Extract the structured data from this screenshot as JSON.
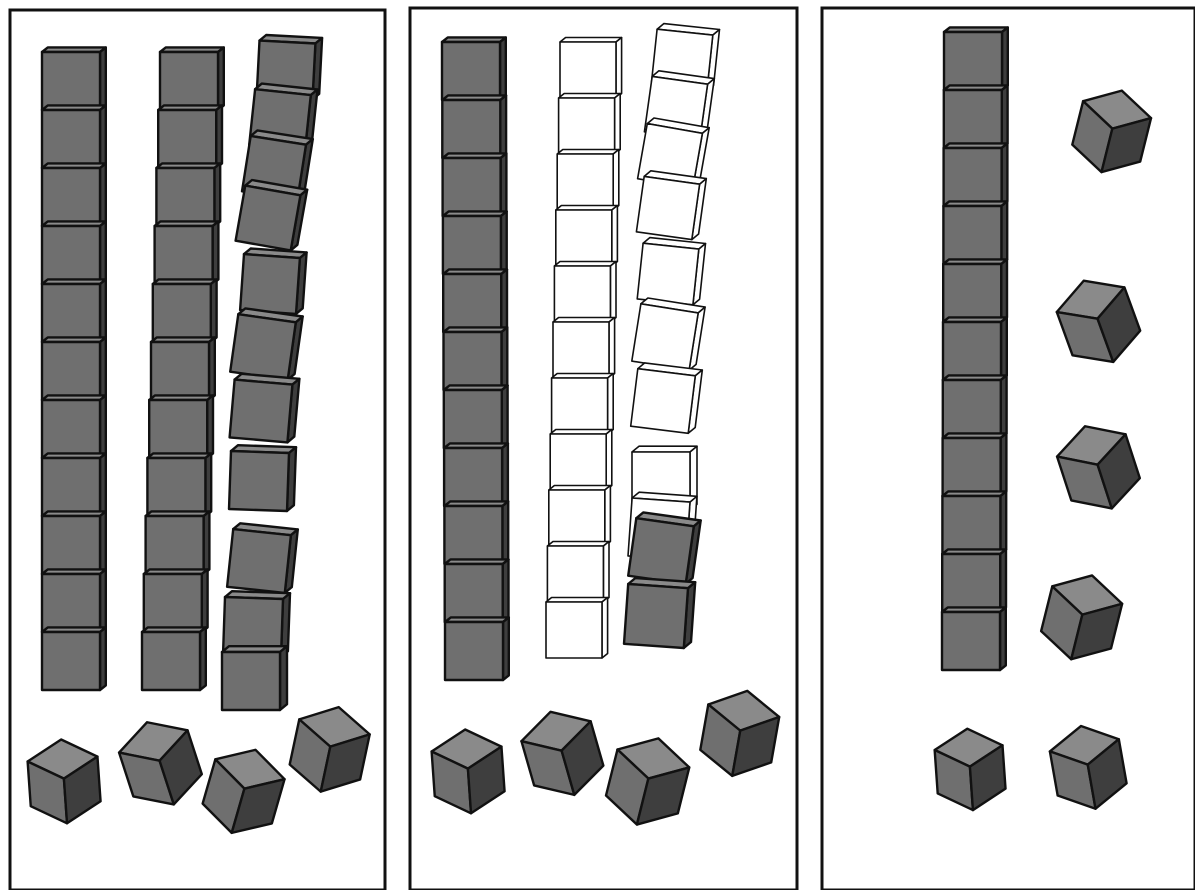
{
  "colors": {
    "gray_front": "#6f6f6f",
    "gray_top": "#8a8a8a",
    "gray_side": "#3e3e3e",
    "white_front": "#ffffff",
    "white_top": "#ffffff",
    "white_side": "#ffffff",
    "outline": "#111111",
    "frame": "#111111",
    "background": "#ffffff"
  },
  "panels": [
    {
      "name": "panel-1",
      "rods": [
        {
          "name": "rod-1",
          "cubes": 11,
          "color": "gray",
          "arrangement": "straight"
        },
        {
          "name": "rod-2",
          "cubes": 11,
          "color": "gray",
          "arrangement": "straight"
        },
        {
          "name": "rod-3",
          "cubes": 11,
          "color": "gray",
          "arrangement": "tilted-stack"
        }
      ],
      "loose_cubes": 4
    },
    {
      "name": "panel-2",
      "rods": [
        {
          "name": "rod-1",
          "cubes": 11,
          "color": "gray",
          "arrangement": "straight"
        },
        {
          "name": "rod-2",
          "cubes": 11,
          "color": "white",
          "arrangement": "straight"
        },
        {
          "name": "rod-3",
          "cubes": 11,
          "color": "mixed",
          "white_cubes": 9,
          "gray_cubes": 2,
          "arrangement": "tilted-stack"
        }
      ],
      "loose_cubes": 4
    },
    {
      "name": "panel-3",
      "rods": [
        {
          "name": "rod-1",
          "cubes": 11,
          "color": "gray",
          "arrangement": "straight"
        }
      ],
      "side_column_cubes": 4,
      "loose_cubes": 2
    }
  ]
}
